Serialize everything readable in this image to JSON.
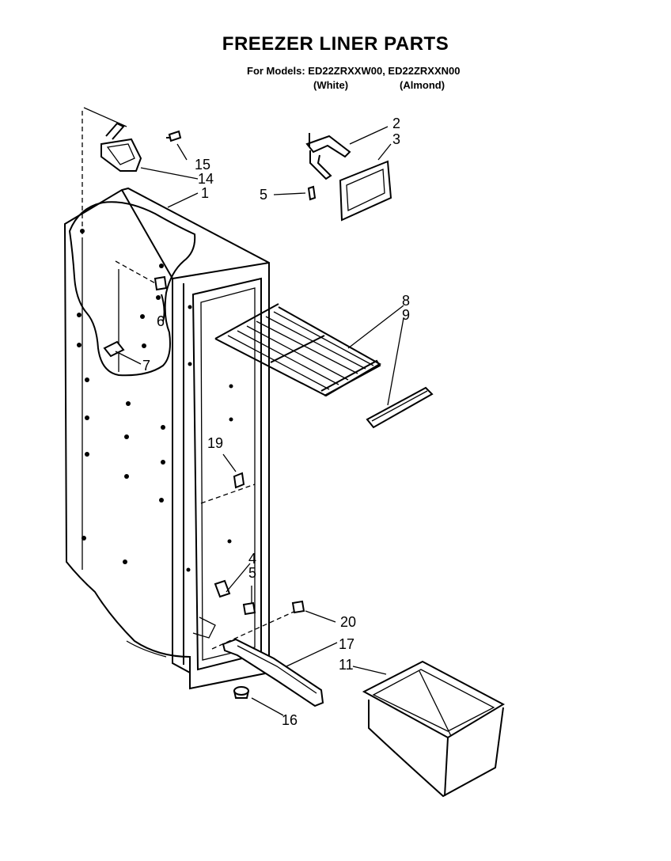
{
  "header": {
    "title": "FREEZER LINER PARTS",
    "models_line": "For Models: ED22ZRXXW00, ED22ZRXXN00",
    "variant_white": "(White)",
    "variant_almond": "(Almond)"
  },
  "callouts": {
    "c1": "1",
    "c2": "2",
    "c3": "3",
    "c4": "4",
    "c5a": "5",
    "c5b": "5",
    "c6": "6",
    "c7": "7",
    "c8": "8",
    "c9": "9",
    "c11": "11",
    "c14": "14",
    "c15": "15",
    "c16": "16",
    "c17": "17",
    "c19": "19",
    "c20": "20"
  }
}
